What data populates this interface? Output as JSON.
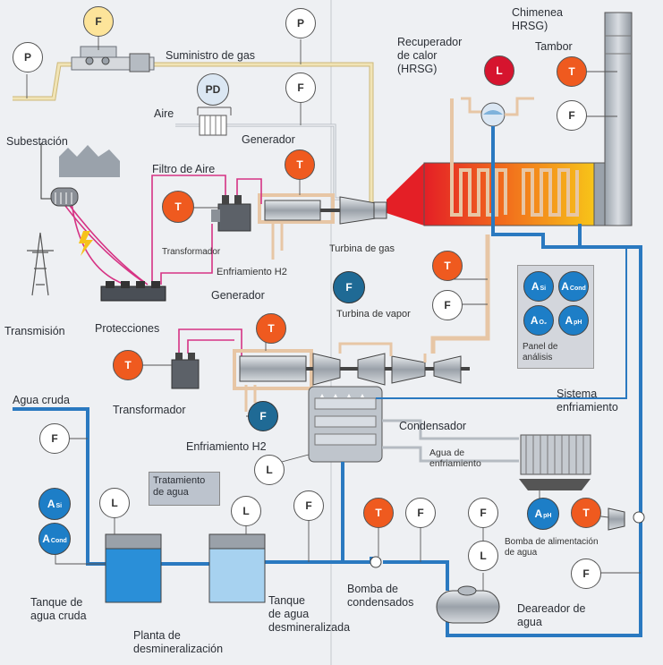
{
  "labels": {
    "chimenea": "Chimenea\nHRSG)",
    "tambor": "Tambor",
    "recuperador": "Recuperador\nde calor\n(HRSG)",
    "suministro": "Suministro de gas",
    "aire": "Aire",
    "generador1": "Generador",
    "filtro": "Filtro de Aire",
    "subestacion": "Subestación",
    "transformador1": "Transformador",
    "enfriamiento1": "Enfriamiento H2",
    "turbina_gas": "Turbina de gas",
    "transmision": "Transmisión",
    "protecciones": "Protecciones",
    "generador2": "Generador",
    "turbina_vapor": "Turbina de vapor",
    "panel": "Panel de\nanálisis",
    "transformador2": "Transformador",
    "sistema_enf": "Sistema\nenfriamiento",
    "agua_cruda": "Agua cruda",
    "condensador": "Condensador",
    "enfriamiento2": "Enfriamiento H2",
    "agua_enf": "Agua de\nenfriamiento",
    "tratamiento": "Tratamiento\nde agua",
    "bomba_alim": "Bomba de alimentación\nde agua",
    "tanque_cruda": "Tanque de\nagua cruda",
    "tanque_desmin": "Tanque\nde agua\ndesmineralizada",
    "bomba_cond": "Bomba de\ncondensados",
    "deareador": "Deareador de\nagua",
    "planta": "Planta de\ndesmineralización"
  },
  "instruments": {
    "p1": "P",
    "f_gas": "F",
    "p_gas": "P",
    "pd": "PD",
    "f_air": "F",
    "l_drum": "L",
    "t_stack": "T",
    "f_stack": "F",
    "t_gen1": "T",
    "t_tr1": "T",
    "t_hrsg": "T",
    "f_hrsg": "F",
    "f_steam": "F",
    "t_gen2": "T",
    "t_tr2": "T",
    "f_h2": "F",
    "l_cond": "L",
    "f_raw": "F",
    "a_si": "A",
    "a_cond": "A",
    "l_raw": "L",
    "l_demin": "L",
    "f_demin": "F",
    "t_pump": "T",
    "f_pump": "F",
    "f_dea": "F",
    "l_dea": "L",
    "a_ph": "A",
    "t_fw": "T",
    "f_fw": "F",
    "panel_a1": "A",
    "panel_a2": "A",
    "panel_a3": "A",
    "panel_a4": "A"
  },
  "subs": {
    "si": "Si",
    "cond": "Cond",
    "o2": "O₂",
    "ph": "pH"
  },
  "colors": {
    "gas_pipe": "#e9d9a6",
    "water_pipe": "#2a79c0",
    "steam_pipe": "#e0bfa1",
    "elec": "#d63384",
    "instrument_orange": "#ef5a1f",
    "instrument_blue": "#1d7ec7"
  }
}
